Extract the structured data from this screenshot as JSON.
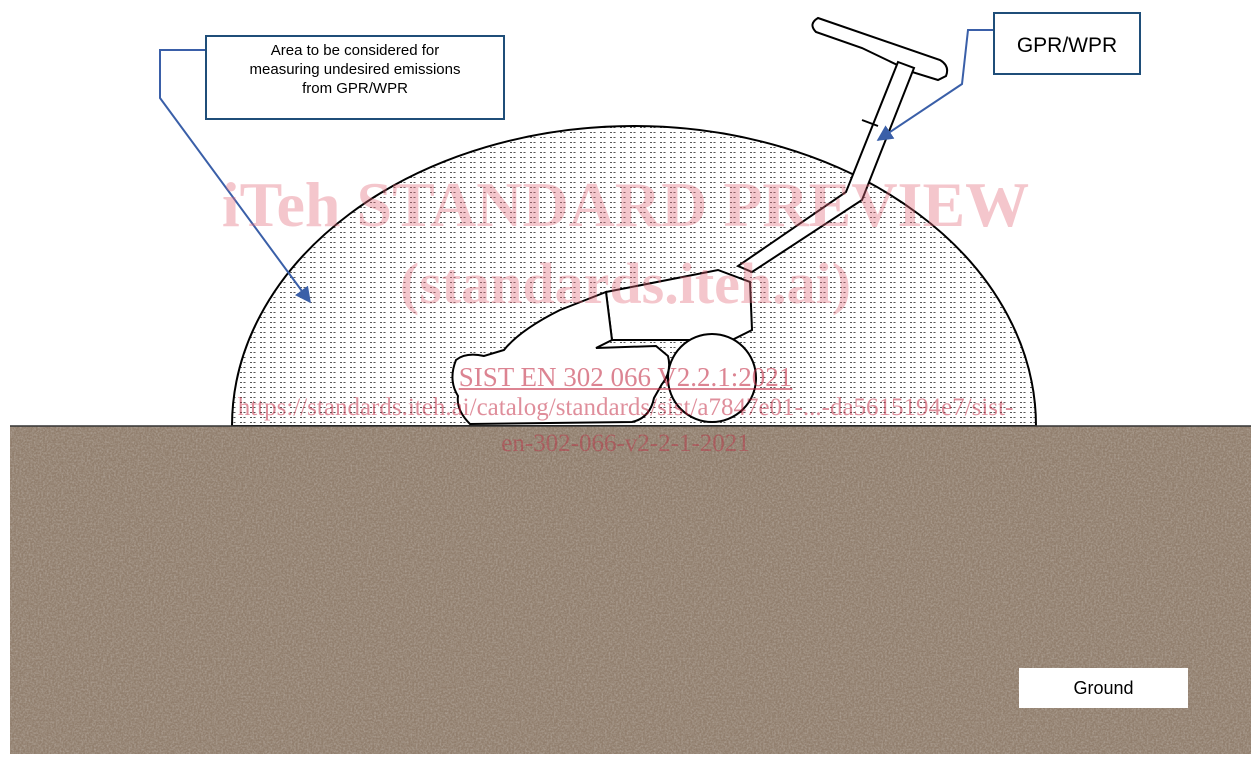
{
  "diagram": {
    "area_callout": {
      "lines": [
        "Area to be considered for",
        "measuring undesired emissions",
        "from GPR/WPR"
      ]
    },
    "device_callout": {
      "label": "GPR/WPR"
    },
    "ground_label": "Ground",
    "colors": {
      "callout_border": "#1f4e79",
      "arrow": "#3a5fa8",
      "ground_base": "#9c8a78",
      "dome_hatch": "#555555",
      "watermark": "#e36b7a"
    }
  },
  "watermark": {
    "line1": "iTeh STANDARD PREVIEW",
    "line2": "(standards.iteh.ai)",
    "line3": "SIST EN 302 066 V2.2.1:2021",
    "line4": "https://standards.iteh.ai/catalog/standards/sist/a7847e01-...-da5615194e7/sist-",
    "line5": "en-302-066-v2-2-1-2021"
  }
}
